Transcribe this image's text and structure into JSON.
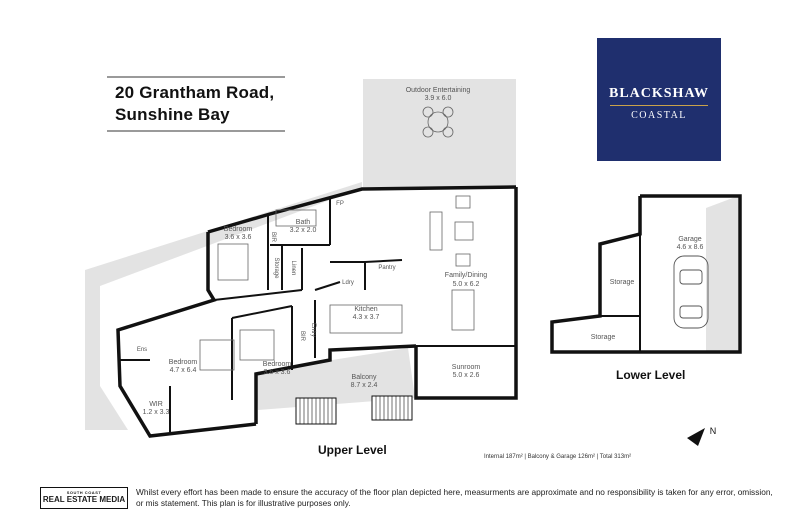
{
  "address": {
    "line1": "20 Grantham Road,",
    "line2": "Sunshine Bay"
  },
  "logo": {
    "brand": "BLACKSHAW",
    "sub": "COASTAL"
  },
  "rooms": {
    "outdoor": {
      "name": "Outdoor Entertaining",
      "dims": "3.9 x 6.0"
    },
    "bedroom_top": {
      "name": "Bedroom",
      "dims": "3.6 x 3.6"
    },
    "bath": {
      "name": "Bath",
      "dims": "3.2 x 2.0"
    },
    "fp": "FP",
    "bir_top": "BIR",
    "storage": "Storage",
    "linen": "Linen",
    "ldry": "Ldry",
    "pantry": "Pantry",
    "family": {
      "name": "Family/Dining",
      "dims": "5.0 x 6.2"
    },
    "kitchen": {
      "name": "Kitchen",
      "dims": "4.3 x 3.7"
    },
    "ens": "Ens",
    "bedroom_main": {
      "name": "Bedroom",
      "dims": "4.7 x 6.4"
    },
    "bedroom_mid": {
      "name": "Bedroom",
      "dims": "3.6 x 3.6"
    },
    "bir_mid": "BIR",
    "entry": "Entry",
    "wir": {
      "name": "WIR",
      "dims": "1.2 x 3.3"
    },
    "balcony": {
      "name": "Balcony",
      "dims": "8.7 x 2.4"
    },
    "sunroom": {
      "name": "Sunroom",
      "dims": "5.0 x 2.6"
    },
    "garage": {
      "name": "Garage",
      "dims": "4.6 x 8.6"
    },
    "storage_lower_1": "Storage",
    "storage_lower_2": "Storage"
  },
  "levels": {
    "upper": "Upper Level",
    "lower": "Lower Level"
  },
  "area_summary": "Internal 187m²  |  Balcony & Garage 126m²  |  Total 313m²",
  "compass": "N",
  "footer": {
    "brand_top": "SOUTH COAST",
    "brand_bottom": "REAL ESTATE MEDIA",
    "disclaimer": "Whilst every effort has been made to ensure the accuracy of the floor plan depicted here, measurments are approximate and no responsibility is taken for any error, omission, or mis statement. This plan is for illustrative purposes only."
  }
}
